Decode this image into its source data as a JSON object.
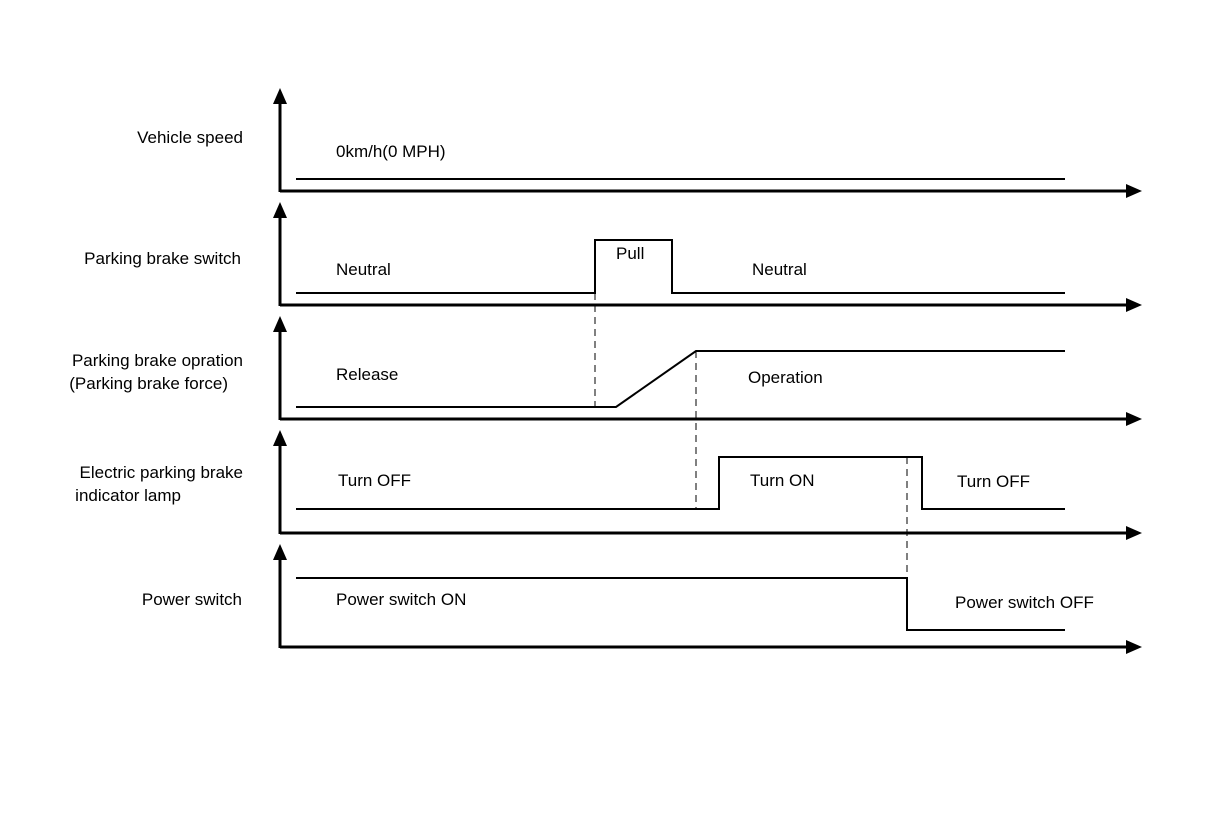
{
  "rows": {
    "vehicle_speed": {
      "label": [
        "Vehicle speed"
      ],
      "states": [
        "0km/h(0 MPH)"
      ]
    },
    "parking_brake_switch": {
      "label": [
        "Parking brake switch"
      ],
      "states": [
        "Neutral",
        "Pull",
        "Neutral"
      ]
    },
    "parking_brake_operation": {
      "label": [
        "Parking brake opration",
        "(Parking brake force)"
      ],
      "states": [
        "Release",
        "Operation"
      ]
    },
    "indicator_lamp": {
      "label": [
        "Electric parking brake",
        "indicator lamp"
      ],
      "states": [
        "Turn OFF",
        "Turn ON",
        "Turn OFF"
      ]
    },
    "power_switch": {
      "label": [
        "Power switch"
      ],
      "states": [
        "Power switch ON",
        "Power switch OFF"
      ]
    }
  }
}
